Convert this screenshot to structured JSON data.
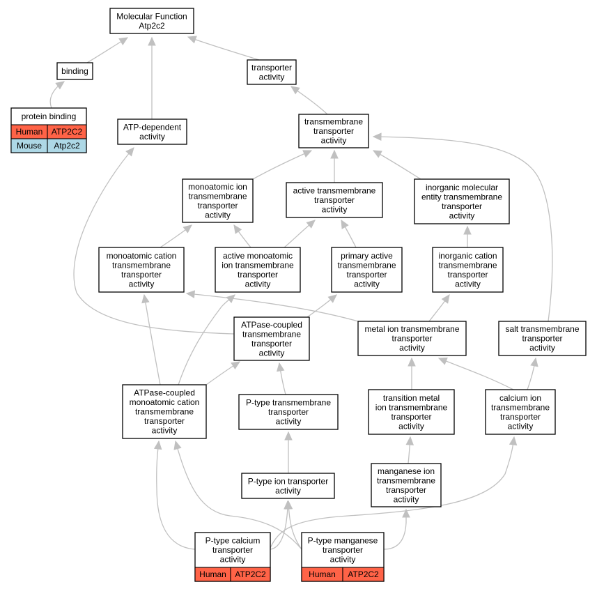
{
  "colors": {
    "human": "#ff6347",
    "mouse": "#add8e6",
    "edge": "#c0c0c0",
    "node_border": "#000000"
  },
  "nodes": {
    "mf": {
      "label": [
        "Molecular Function",
        "Atp2c2"
      ]
    },
    "binding": {
      "label": [
        "binding"
      ]
    },
    "protbind": {
      "label": [
        "protein binding"
      ],
      "rows": [
        {
          "species": "Human",
          "gene": "ATP2C2"
        },
        {
          "species": "Mouse",
          "gene": "Atp2c2"
        }
      ]
    },
    "transp": {
      "label": [
        "transporter",
        "activity"
      ]
    },
    "atpdep": {
      "label": [
        "ATP-dependent",
        "activity"
      ]
    },
    "tmt": {
      "label": [
        "transmembrane",
        "transporter",
        "activity"
      ]
    },
    "mono": {
      "label": [
        "monoatomic ion",
        "transmembrane",
        "transporter",
        "activity"
      ]
    },
    "activetm": {
      "label": [
        "active transmembrane",
        "transporter",
        "activity"
      ]
    },
    "inorgmol": {
      "label": [
        "inorganic molecular",
        "entity transmembrane",
        "transporter",
        "activity"
      ]
    },
    "monocat": {
      "label": [
        "monoatomic cation",
        "transmembrane",
        "transporter",
        "activity"
      ]
    },
    "actmono": {
      "label": [
        "active monoatomic",
        "ion transmembrane",
        "transporter",
        "activity"
      ]
    },
    "primact": {
      "label": [
        "primary active",
        "transmembrane",
        "transporter",
        "activity"
      ]
    },
    "inorgcat": {
      "label": [
        "inorganic cation",
        "transmembrane",
        "transporter",
        "activity"
      ]
    },
    "atpase": {
      "label": [
        "ATPase-coupled",
        "transmembrane",
        "transporter",
        "activity"
      ]
    },
    "metal": {
      "label": [
        "metal ion transmembrane",
        "transporter",
        "activity"
      ]
    },
    "salt": {
      "label": [
        "salt transmembrane",
        "transporter",
        "activity"
      ]
    },
    "atpmono": {
      "label": [
        "ATPase-coupled",
        "monoatomic cation",
        "transmembrane",
        "transporter",
        "activity"
      ]
    },
    "ptypetm": {
      "label": [
        "P-type transmembrane",
        "transporter",
        "activity"
      ]
    },
    "transmet": {
      "label": [
        "transition metal",
        "ion transmembrane",
        "transporter",
        "activity"
      ]
    },
    "calcium": {
      "label": [
        "calcium ion",
        "transmembrane",
        "transporter",
        "activity"
      ]
    },
    "ptypeion": {
      "label": [
        "P-type ion transporter",
        "activity"
      ]
    },
    "mang": {
      "label": [
        "manganese ion",
        "transmembrane",
        "transporter",
        "activity"
      ]
    },
    "ptypeca": {
      "label": [
        "P-type calcium",
        "transporter",
        "activity"
      ],
      "rows": [
        {
          "species": "Human",
          "gene": "ATP2C2"
        }
      ]
    },
    "ptypemn": {
      "label": [
        "P-type manganese",
        "transporter",
        "activity"
      ],
      "rows": [
        {
          "species": "Human",
          "gene": "ATP2C2"
        }
      ]
    }
  }
}
